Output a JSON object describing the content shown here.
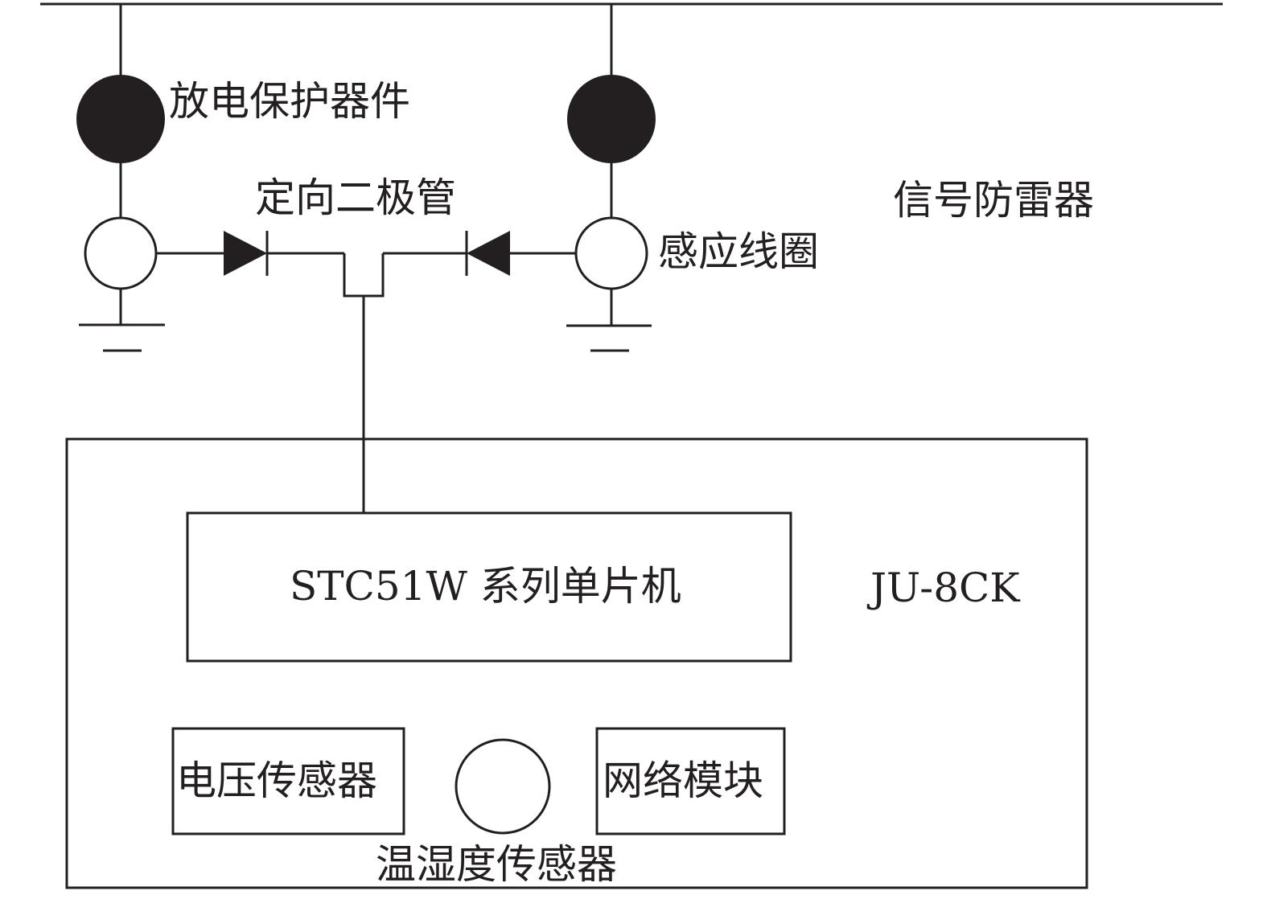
{
  "labels": {
    "discharge_device": "放电保护器件",
    "directional_diode": "定向二极管",
    "signal_arrester": "信号防雷器",
    "induction_coil": "感应线圈",
    "mcu": "STC51W 系列单片机",
    "model": "JU-8CK",
    "voltage_sensor": "电压传感器",
    "network_module": "网络模块",
    "humidity_sensor": "温湿度传感器"
  },
  "colors": {
    "line": "#231f20",
    "background": "#ffffff"
  }
}
